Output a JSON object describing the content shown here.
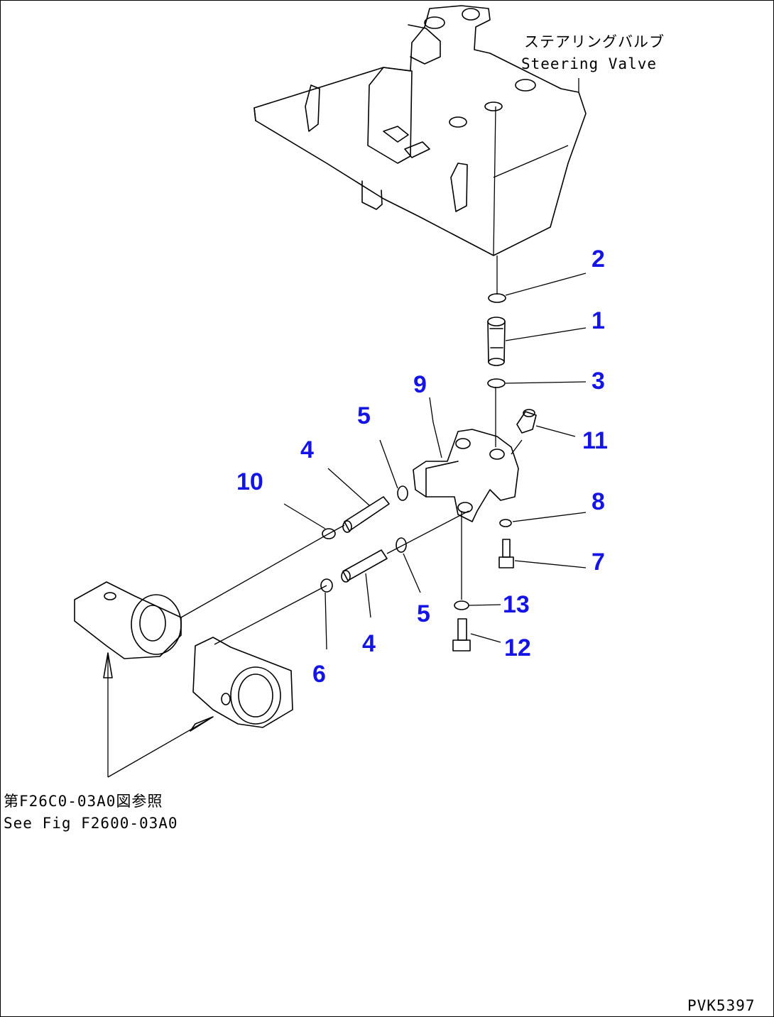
{
  "labels": {
    "steering_jp": "ステアリングバルブ",
    "steering_en": "Steering Valve",
    "ref_jp": "第F26C0-03A0図参照",
    "ref_en": "See Fig F2600-03A0",
    "code": "PVK5397"
  },
  "parts": [
    "1",
    "2",
    "3",
    "4",
    "4",
    "5",
    "5",
    "6",
    "7",
    "8",
    "9",
    "10",
    "11",
    "12",
    "13"
  ],
  "colors": {
    "callout": "#1414e6",
    "line": "#000000"
  }
}
